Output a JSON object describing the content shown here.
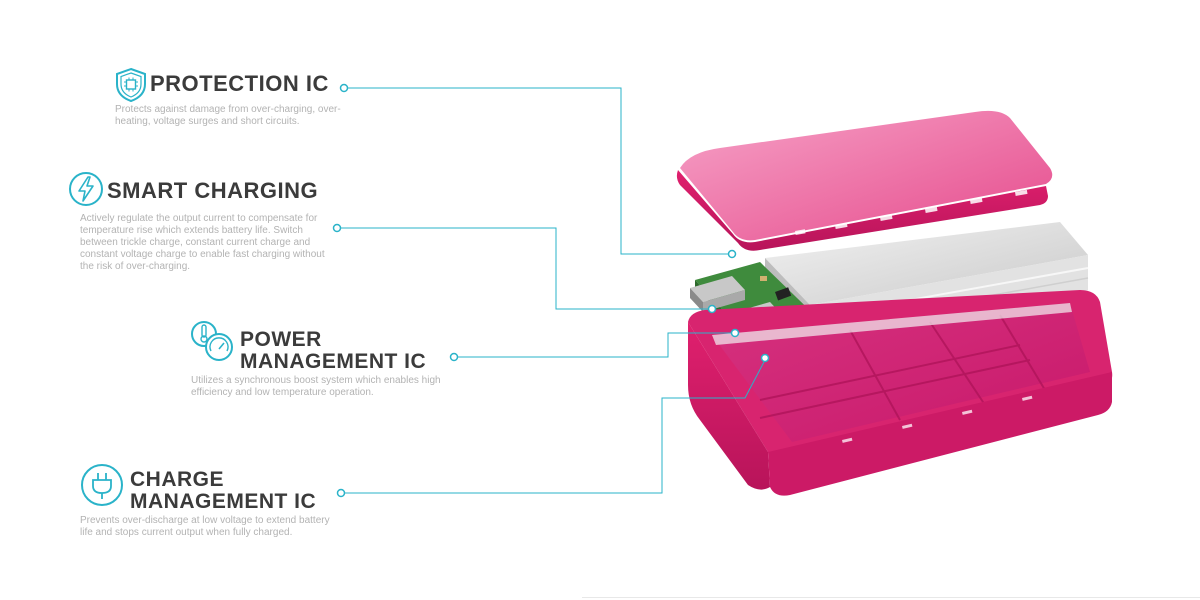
{
  "features": [
    {
      "id": "protection",
      "icon": "shield-chip-icon",
      "title": "PROTECTION IC",
      "description": "Protects against damage from over-charging, over-heating, voltage surges and short circuits."
    },
    {
      "id": "smart-charging",
      "icon": "lightning-bolt-icon",
      "title": "SMART CHARGING",
      "description": "Actively regulate the output current to compensate for temperature rise which extends battery life. Switch between trickle charge, constant current charge and constant voltage charge to enable fast charging without the risk of over-charging."
    },
    {
      "id": "power-management",
      "icon": "thermometer-gauge-icon",
      "title_line1": "POWER",
      "title_line2": "MANAGEMENT IC",
      "description": "Utilizes a synchronous boost system which enables high efficiency and low temperature operation."
    },
    {
      "id": "charge-management",
      "icon": "plug-icon",
      "title_line1": "CHARGE",
      "title_line2": "MANAGEMENT IC",
      "description": "Prevents over-discharge at low voltage to extend battery life and stops current output when fully charged."
    }
  ],
  "colors": {
    "accent": "#2ab3c9",
    "title": "#3b3b3b",
    "description": "#b3b3b3",
    "case_pink": "#e0206e",
    "case_pink_light": "#f08ab4",
    "battery": "#d8d8d8",
    "pcb": "#4a9a48"
  }
}
